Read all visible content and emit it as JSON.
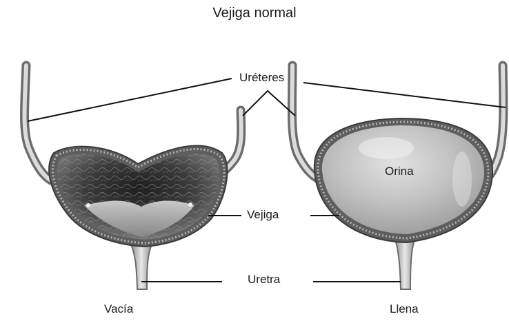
{
  "title": "Vejiga normal",
  "labels": {
    "ureters": "Uréteres",
    "urine": "Orina",
    "bladder": "Vejiga",
    "urethra": "Uretra",
    "empty": "Vacía",
    "full": "Llena"
  },
  "colors": {
    "background": "#ffffff",
    "tissue_wall": "#6a6a6a",
    "interior_empty": "#3a3a3a",
    "interior_full": "#bdbdbd",
    "leader_line": "#111111",
    "text": "#1a1a1a"
  }
}
